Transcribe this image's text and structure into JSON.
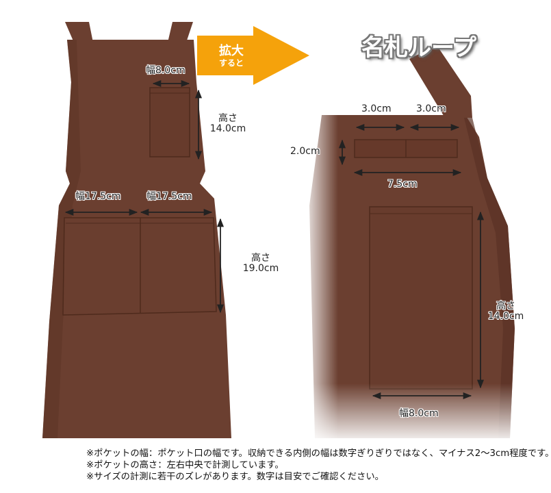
{
  "arrow": {
    "line1": "拡大",
    "line2": "すると",
    "color": "#f5a20b"
  },
  "title": "名札ループ",
  "left": {
    "pocket_small_width": "幅8.0cm",
    "pocket_small_height": [
      "高さ",
      "14.0cm"
    ],
    "pocket_left_width": "幅17.5cm",
    "pocket_right_width": "幅17.5cm",
    "pocket_big_height": [
      "高さ",
      "19.0cm"
    ]
  },
  "right": {
    "loop_left": "3.0cm",
    "loop_right": "3.0cm",
    "loop_height": "2.0cm",
    "loop_total": "7.5cm",
    "pocket_height": [
      "高さ",
      "14.0cm"
    ],
    "pocket_width": "幅8.0cm"
  },
  "notes": [
    "※ポケットの幅：ポケット口の幅です。収納できる内側の幅は数字ぎりぎりではなく、マイナス2～3cm程度です。",
    "※ポケットの高さ：左右中央で計測しています。",
    "※サイズの計測に若干のズレがあります。数字は目安でご確認ください。"
  ],
  "colors": {
    "apron": "#6b3f30",
    "apron_dark": "#55301f",
    "seam": "#4e2a1c"
  }
}
